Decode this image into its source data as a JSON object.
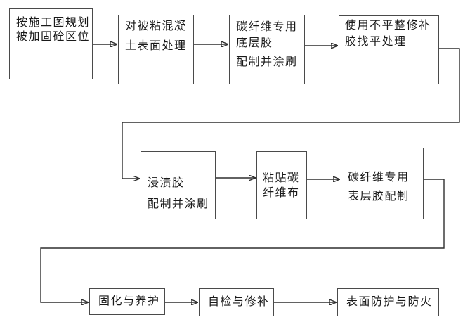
{
  "colors": {
    "background": "#ffffff",
    "box_border": "#4a4a4a",
    "connector_line": "#2f2f2f",
    "arrowhead": "#111111",
    "text": "#1a1a1a"
  },
  "flowchart": {
    "steps": [
      {
        "name": "plan-reinforcement-area",
        "lines": [
          "按施工图规划",
          "被加固砼区位"
        ]
      },
      {
        "name": "concrete-surface-treatment",
        "lines": [
          "对被粘混凝",
          "土表面处理"
        ]
      },
      {
        "name": "primer-adhesive",
        "lines": [
          "碳纤维专用",
          "底层胶",
          "配制并涂刷"
        ]
      },
      {
        "name": "leveling-repair",
        "lines": [
          "使用不平整修补",
          "胶找平处理"
        ]
      },
      {
        "name": "impregnating-adhesive",
        "lines": [
          "浸渍胶",
          "配制并涂刷"
        ]
      },
      {
        "name": "paste-carbon-fiber-cloth",
        "lines": [
          "粘贴碳",
          "纤维布"
        ]
      },
      {
        "name": "top-coat-adhesive",
        "lines": [
          "碳纤维专用",
          "表层胶配制"
        ]
      },
      {
        "name": "curing-maintenance",
        "lines": [
          "固化与养护"
        ]
      },
      {
        "name": "self-inspection-repair",
        "lines": [
          "自检与修补"
        ]
      },
      {
        "name": "surface-fire-protection",
        "lines": [
          "表面防护与防火"
        ]
      }
    ]
  }
}
